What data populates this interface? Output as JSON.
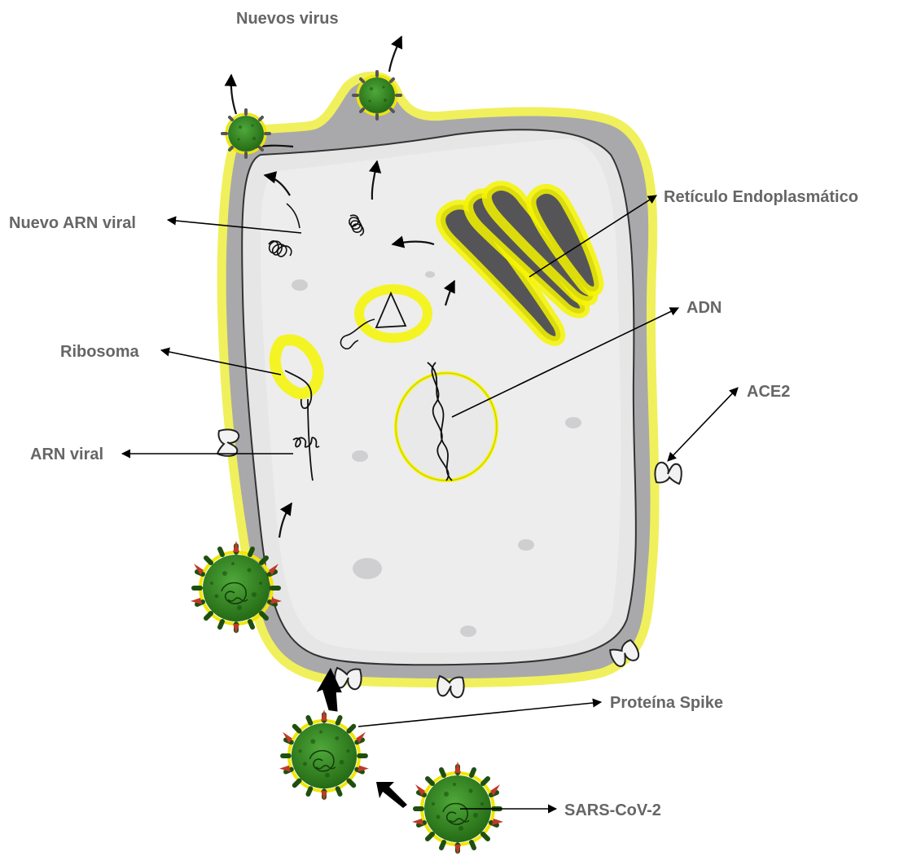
{
  "labels": {
    "new_virus": "Nuevos virus",
    "new_viral_rna": "Nuevo ARN viral",
    "ribosome": "Ribosoma",
    "viral_rna": "ARN viral",
    "er": "Retículo Endoplasmático",
    "dna": "ADN",
    "ace2": "ACE2",
    "spike": "Proteína Spike",
    "virus": "SARS-CoV-2"
  },
  "colors": {
    "label_text": "#666666",
    "membrane_highlight": "#f5f500",
    "membrane_gray": "#a9a9ab",
    "cytoplasm": "#e6e6e7",
    "er_fill": "#555558",
    "virus_green": "#2f7f1c",
    "spike_red": "#c0392b"
  }
}
